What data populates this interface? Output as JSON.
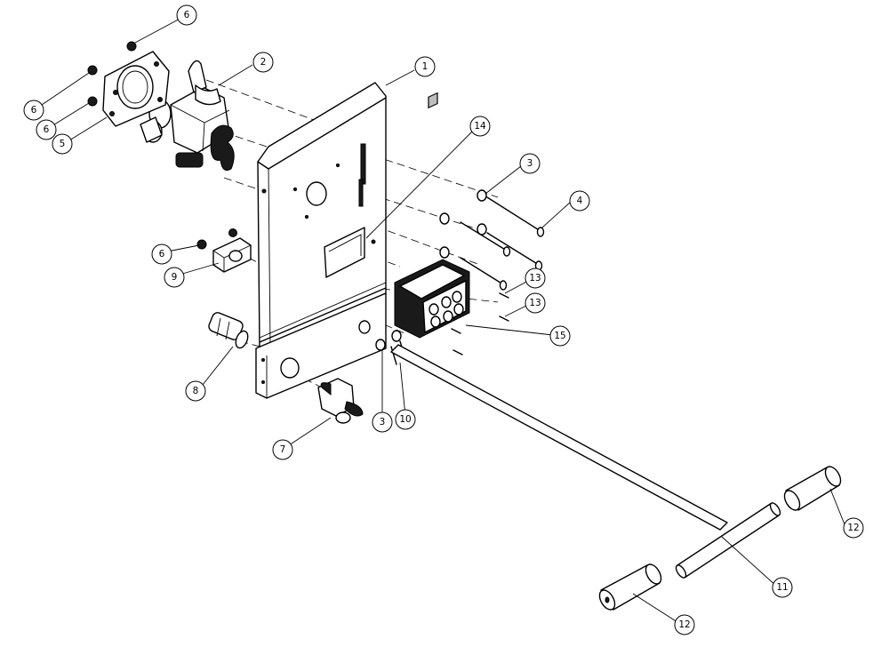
{
  "callouts": {
    "c1": "1",
    "c2": "2",
    "c3a": "3",
    "c3b": "3",
    "c4": "4",
    "c5": "5",
    "c6a": "6",
    "c6b": "6",
    "c6c": "6",
    "c6d": "6",
    "c7": "7",
    "c8": "8",
    "c9": "9",
    "c10": "10",
    "c11": "11",
    "c12a": "12",
    "c12b": "12",
    "c13a": "13",
    "c13b": "13",
    "c14": "14",
    "c15": "15"
  }
}
